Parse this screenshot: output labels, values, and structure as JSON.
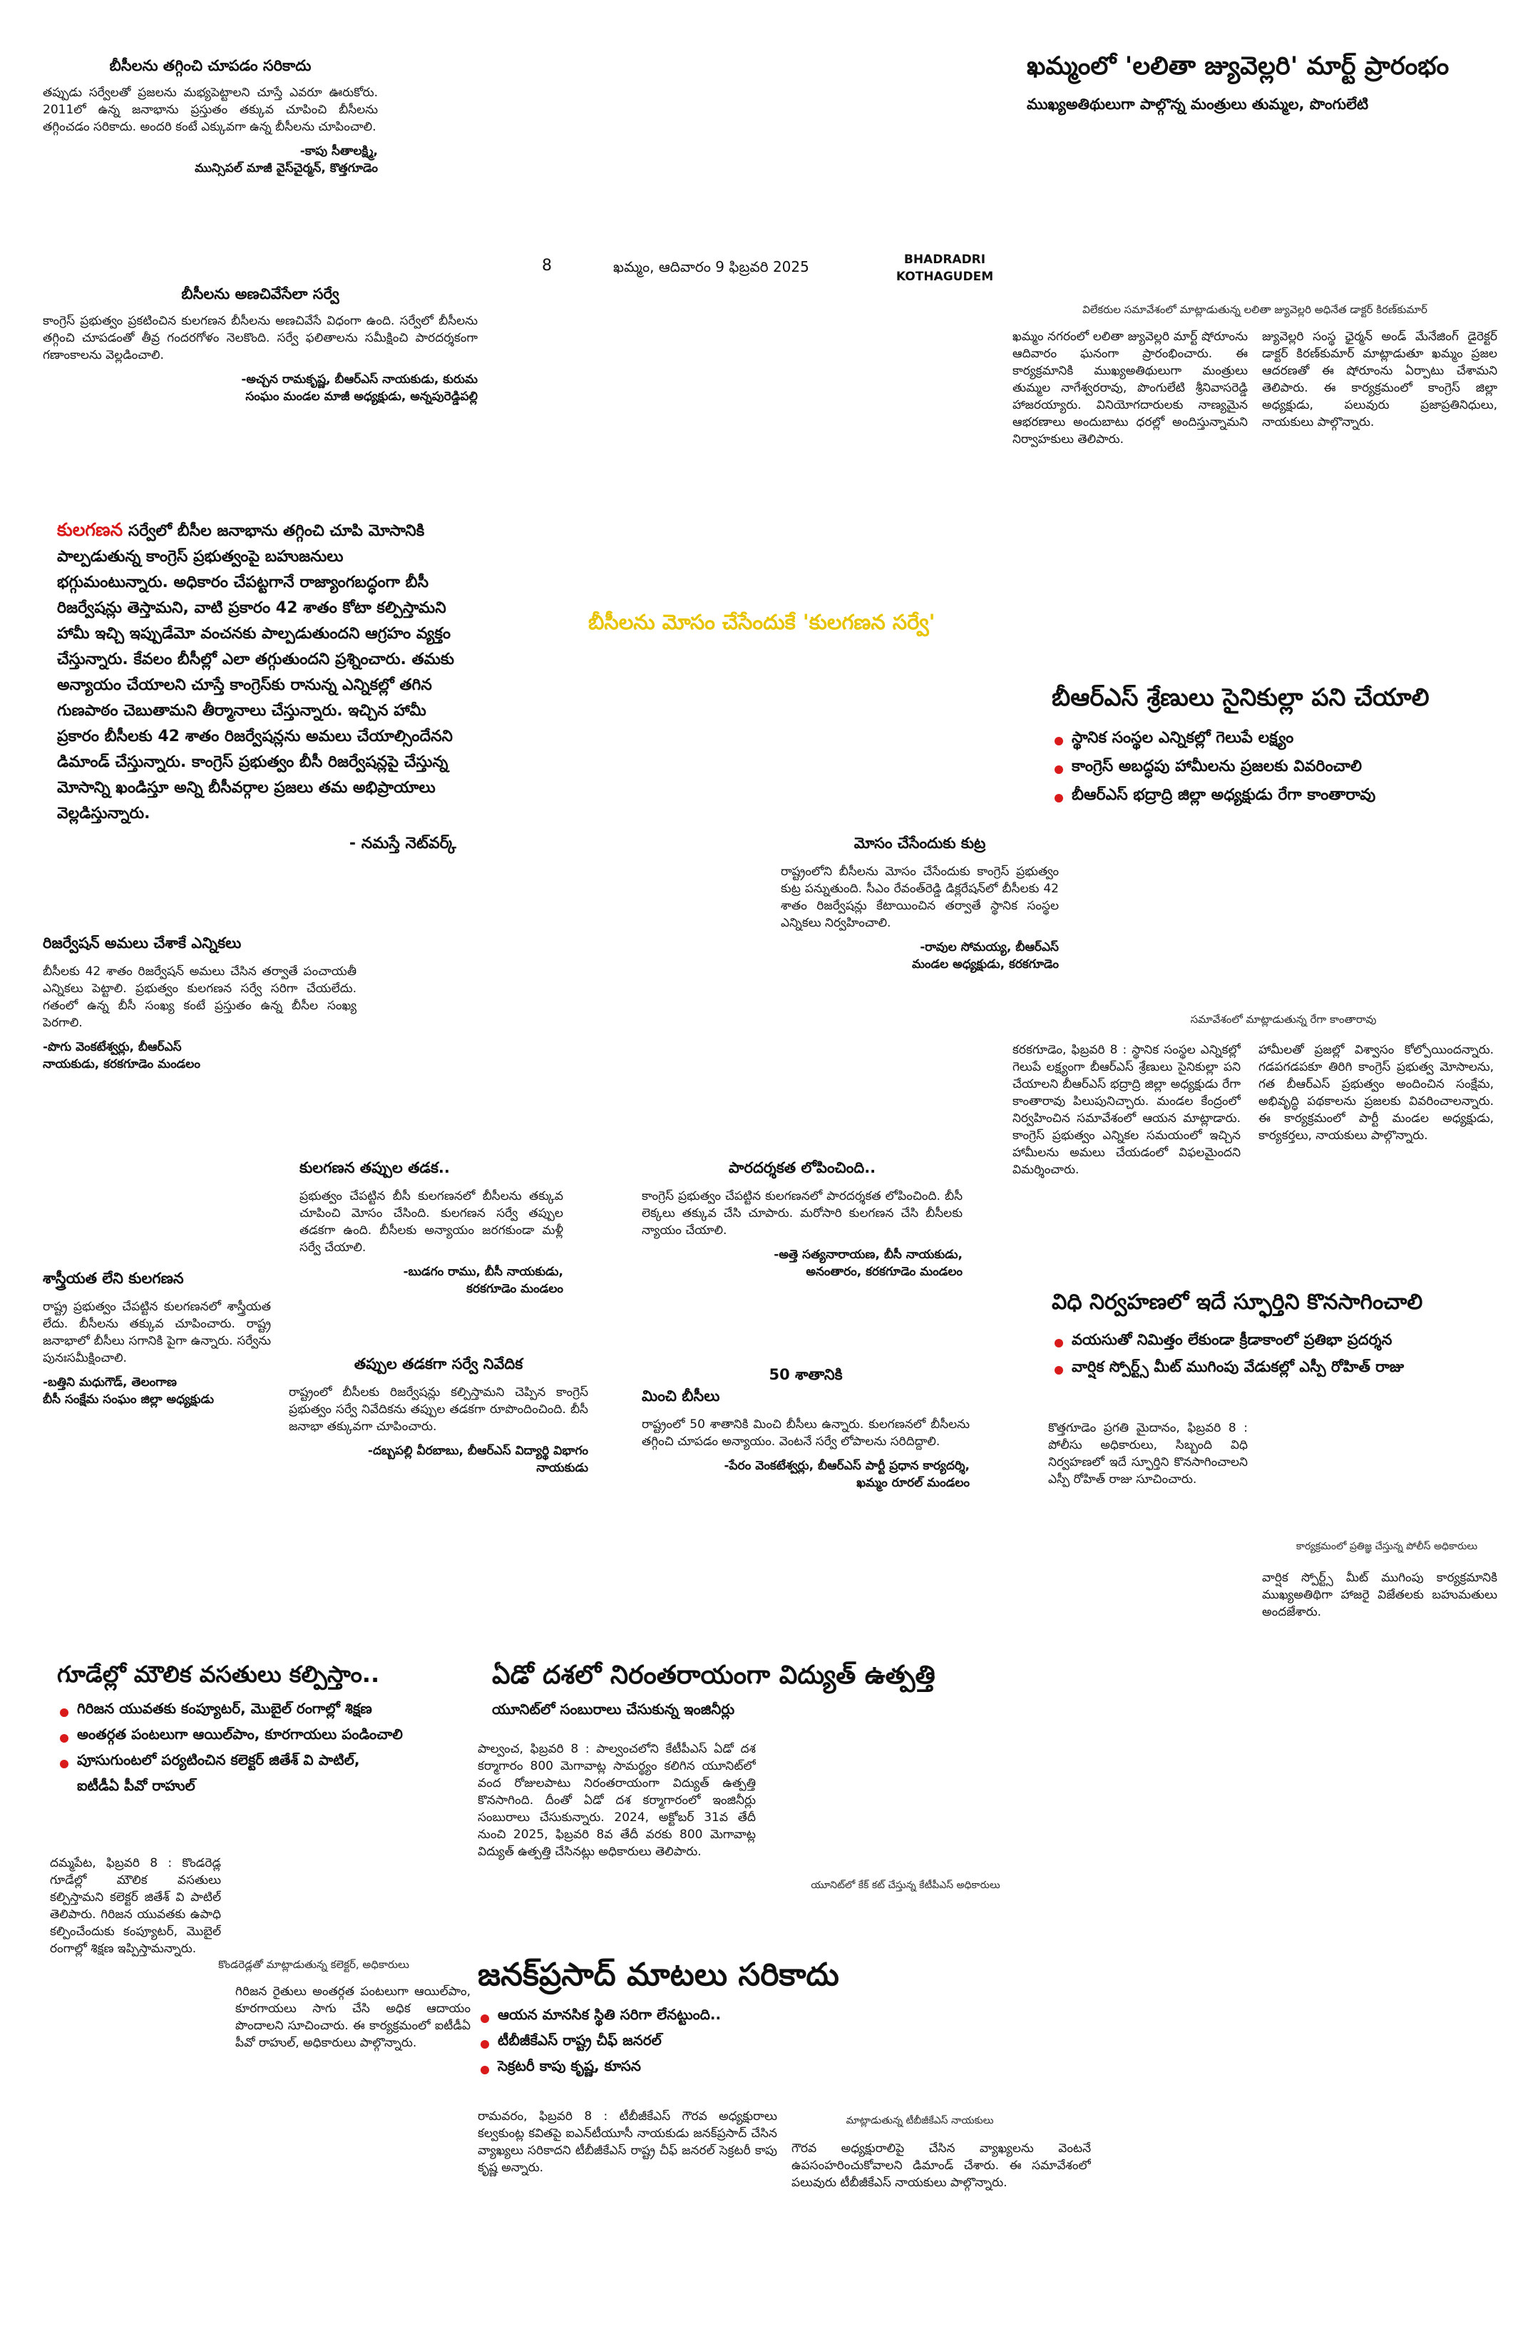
{
  "masthead": {
    "page_no": "8",
    "dateline": "ఖమ్మం, ఆదివారం 9 ఫిబ్రవరి 2025",
    "edition_line1": "BHADRADRI",
    "edition_line2": "KOTHAGUDEM"
  },
  "lalitha": {
    "headline": "ఖమ్మంలో 'లలితా జ్యువెల్లరి' మార్ట్ ప్రారంభం",
    "subhead": "ముఖ్యఅతిథులుగా పాల్గొన్న మంత్రులు తుమ్మల, పొంగులేటి",
    "caption": "విలేకరుల సమావేశంలో మాట్లాడుతున్న లలితా జ్యువెల్లరి అధినేత డాక్టర్ కిరణ్‌కుమార్",
    "col1": "ఖమ్మం నగరంలో లలితా జ్యువెల్లరి మార్ట్ షోరూంను ఆదివారం ఘనంగా ప్రారంభించారు. ఈ కార్యక్రమానికి ముఖ్యఅతిథులుగా మంత్రులు తుమ్మల నాగేశ్వరరావు, పొంగులేటి శ్రీనివాసరెడ్డి హాజరయ్యారు. వినియోగదారులకు నాణ్యమైన ఆభరణాలు అందుబాటు ధరల్లో అందిస్తున్నామని నిర్వాహకులు తెలిపారు.",
    "col2": "జ్యువెల్లరి సంస్థ ఛైర్మన్ అండ్ మేనేజింగ్ డైరెక్టర్ డాక్టర్ కిరణ్‌కుమార్ మాట్లాడుతూ ఖమ్మం ప్రజల ఆదరణతో ఈ షోరూంను ఏర్పాటు చేశామని తెలిపారు. ఈ కార్యక్రమంలో కాంగ్రెస్ జిల్లా అధ్యక్షుడు, పలువురు ప్రజాప్రతినిధులు, నాయకులు పాల్గొన్నారు."
  },
  "letters": {
    "l1_title": "బీసీలను తగ్గించి చూపడం సరికాదు",
    "l1_body": "తప్పుడు సర్వేలతో ప్రజలను మభ్యపెట్టాలని చూస్తే ఎవరూ ఊరుకోరు. 2011లో ఉన్న జనాభాను ప్రస్తుతం తక్కువ చూపించి బీసీలను తగ్గించడం సరికాదు. అందరి కంటే ఎక్కువగా ఉన్న బీసీలను చూపించాలి.",
    "l1_sig": "-కాపు సీతాలక్ష్మి,\nమున్సిపల్ మాజీ వైస్‌చైర్మన్, కొత్తగూడెం",
    "l2_title": "బీసీలను అణచివేసేలా సర్వే",
    "l2_body": "కాంగ్రెస్ ప్రభుత్వం ప్రకటించిన కులగణన బీసీలను అణచివేసే విధంగా ఉంది. సర్వేలో బీసీలను తగ్గించి చూపడంతో తీవ్ర గందరగోళం నెలకొంది. సర్వే ఫలితాలను సమీక్షించి పారదర్శకంగా గణాంకాలను వెల్లడించాలి.",
    "l2_sig": "-అచ్చన రామకృష్ణ, బీఆర్ఎస్ నాయకుడు, కురుమ\nసంఘం మండల మాజీ అధ్యక్షుడు, అన్నపురెడ్డిపల్లి"
  },
  "kulaganana": {
    "lead_word": "కులగణన",
    "body": " సర్వేలో బీసీల జనాభాను తగ్గించి చూపి మోసానికి పాల్పడుతున్న కాంగ్రెస్ ప్రభుత్వంపై బహుజనులు భగ్గుమంటున్నారు. అధికారం చేపట్టగానే రాజ్యాంగబద్ధంగా బీసీ రిజర్వేషన్లు తెస్తామని, వాటి ప్రకారం 42 శాతం కోటా కల్పిస్తామని హామీ ఇచ్చి ఇప్పుడేమో వంచనకు పాల్పడుతుందని ఆగ్రహం వ్యక్తం చేస్తున్నారు. కేవలం బీసీల్లో ఎలా తగ్గుతుందని ప్రశ్నించారు. తమకు అన్యాయం చేయాలని చూస్తే కాంగ్రెస్‌కు రానున్న ఎన్నికల్లో తగిన గుణపాఠం చెబుతామని తీర్మానాలు చేస్తున్నారు. ఇచ్చిన హామీ ప్రకారం బీసీలకు 42 శాతం రిజర్వేషన్లను అమలు చేయాల్సిందేనని డిమాండ్ చేస్తున్నారు. కాంగ్రెస్ ప్రభుత్వం బీసీ రిజర్వేషన్లపై చేస్తున్న మోసాన్ని ఖండిస్తూ అన్ని బీసీవర్గాల ప్రజలు తమ అభిప్రాయాలు వెల్లడిస్తున్నారు.",
    "sig": "- నమస్తే నెట్‌వర్క్",
    "banner": "బీసీలను మోసం చేసేందుకే 'కులగణన సర్వే'"
  },
  "brs": {
    "headline": "బీఆర్ఎస్ శ్రేణులు సైనికుల్లా పని చేయాలి",
    "bullets": [
      "స్థానిక సంస్థల ఎన్నికల్లో గెలుపే లక్ష్యం",
      "కాంగ్రెస్ అబద్ధపు హామీలను ప్రజలకు వివరించాలి",
      "బీఆర్ఎస్ భద్రాద్రి జిల్లా అధ్యక్షుడు రేగా కాంతారావు"
    ],
    "caption": "సమావేశంలో మాట్లాడుతున్న రేగా కాంతారావు",
    "col1": "కరకగూడెం, ఫిబ్రవరి 8 : స్థానిక సంస్థల ఎన్నికల్లో గెలుపే లక్ష్యంగా బీఆర్ఎస్ శ్రేణులు సైనికుల్లా పని చేయాలని బీఆర్ఎస్ భద్రాద్రి జిల్లా అధ్యక్షుడు రేగా కాంతారావు పిలుపునిచ్చారు. మండల కేంద్రంలో నిర్వహించిన సమావేశంలో ఆయన మాట్లాడారు. కాంగ్రెస్ ప్రభుత్వం ఎన్నికల సమయంలో ఇచ్చిన హామీలను అమలు చేయడంలో విఫలమైందని విమర్శించారు.",
    "col2": "హామీలతో ప్రజల్లో విశ్వాసం కోల్పోయిందన్నారు. గడపగడపకూ తిరిగి కాంగ్రెస్ ప్రభుత్వ మోసాలను, గత బీఆర్ఎస్ ప్రభుత్వం అందించిన సంక్షేమ, అభివృద్ధి పథకాలను ప్రజలకు వివరించాలన్నారు. ఈ కార్యక్రమంలో పార్టీ మండల అధ్యక్షుడు, కార్యకర్తలు, నాయకులు పాల్గొన్నారు."
  },
  "mosam": {
    "title": "మోసం చేసేందుకు కుట్ర",
    "body": "రాష్ట్రంలోని బీసీలను మోసం చేసేందుకు కాంగ్రెస్ ప్రభుత్వం కుట్ర పన్నుతుంది. సీఎం రేవంత్‌రెడ్డి డిక్లరేషన్‌లో బీసీలకు 42 శాతం రిజర్వేషన్లు కేటాయించిన తర్వాతే స్థానిక సంస్థల ఎన్నికలు నిర్వహించాలి.",
    "sig": "-రావుల సోమయ్య, బీఆర్ఎస్\nమండల అధ్యక్షుడు, కరకగూడెం"
  },
  "reservation": {
    "title": "రిజర్వేషన్ అమలు చేశాకే ఎన్నికలు",
    "body": "బీసీలకు 42 శాతం రిజర్వేషన్ అమలు చేసిన తర్వాతే పంచాయతీ ఎన్నికలు పెట్టాలి. ప్రభుత్వం కులగణన సర్వే సరిగా చేయలేదు. గతంలో ఉన్న బీసీ సంఖ్య కంటే ప్రస్తుతం ఉన్న బీసీల సంఖ్య పెరగాలి.",
    "sig": "-పొగు వెంకటేశ్వర్లు, బీఆర్ఎస్\nనాయకుడు, కరకగూడెం మండలం"
  },
  "tappula": {
    "title": "కులగణన తప్పుల తడక..",
    "body": "ప్రభుత్వం చేపట్టిన బీసీ కులగణనలో బీసీలను తక్కువ చూపించి మోసం చేసింది. కులగణన సర్వే తప్పుల తడకగా ఉంది. బీసీలకు అన్యాయం జరగకుండా మళ్లీ సర్వే చేయాలి.",
    "sig": "-బుడగం రాము, బీసీ నాయకుడు,\nకరకగూడెం మండలం"
  },
  "pardarsakata": {
    "title": "పారదర్శకత లోపించింది..",
    "body": "కాంగ్రెస్ ప్రభుత్వం చేపట్టిన కులగణనలో పారదర్శకత లోపించింది. బీసీ లెక్కలు తక్కువ చేసి చూపారు. మరోసారి కులగణన చేసి బీసీలకు న్యాయం చేయాలి.",
    "sig": "-అత్తె సత్యనారాయణ, బీసీ నాయకుడు,\nఅనంతారం, కరకగూడెం మండలం"
  },
  "sastriyata": {
    "title": "శాస్త్రీయత లేని కులగణన",
    "body": "రాష్ట్ర ప్రభుత్వం చేపట్టిన కులగణనలో శాస్త్రీయత లేదు. బీసీలను తక్కువ చూపించారు. రాష్ట్ర జనాభాలో బీసీలు సగానికి పైగా ఉన్నారు. సర్వేను పునఃసమీక్షించాలి.",
    "sig": "-బత్తిని మధుగౌడ్, తెలంగాణ\nబీసీ సంక్షేమ సంఘం జిల్లా అధ్యక్షుడు"
  },
  "nivedika": {
    "title": "తప్పుల తడకగా సర్వే నివేదిక",
    "body": "రాష్ట్రంలో బీసీలకు రిజర్వేషన్లు కల్పిస్తామని చెప్పిన కాంగ్రెస్ ప్రభుత్వం సర్వే నివేదికను తప్పుల తడకగా రూపొందించింది. బీసీ జనాభా తక్కువగా చూపించారు.",
    "sig": "-దబ్బపల్లి వీరబాబు, బీఆర్ఎస్ విద్యార్థి విభాగం\nనాయకుడు"
  },
  "fifty": {
    "title_l1": "50 శాతానికి",
    "title_l2": "మించి బీసీలు",
    "body": "రాష్ట్రంలో 50 శాతానికి మించి బీసీలు ఉన్నారు. కులగణనలో బీసీలను తగ్గించి చూపడం అన్యాయం. వెంటనే సర్వే లోపాలను సరిదిద్దాలి.",
    "sig": "-పేరం వెంకటేశ్వర్లు, బీఆర్ఎస్ పార్టీ ప్రధాన కార్యదర్శి,\nఖమ్మం రూరల్ మండలం"
  },
  "vidhi": {
    "headline": "విధి నిర్వహణలో ఇదే స్ఫూర్తిని కొనసాగించాలి",
    "bullets": [
      "వయసుతో నిమిత్తం లేకుండా క్రీడాకాంలో ప్రతిభా ప్రదర్శన",
      "వార్షిక స్పోర్ట్స్ మీట్ ముగింపు వేడుకల్లో ఎస్పీ రోహిత్ రాజు"
    ],
    "caption": "కార్యక్రమంలో ప్రతిజ్ఞ చేస్తున్న పోలీస్ అధికారులు",
    "col1": "కొత్తగూడెం ప్రగతి మైదానం, ఫిబ్రవరి 8 : పోలీసు అధికారులు, సిబ్బంది విధి నిర్వహణలో ఇదే స్ఫూర్తిని కొనసాగించాలని ఎస్పీ రోహిత్ రాజు సూచించారు.",
    "col2": "వార్షిక స్పోర్ట్స్ మీట్ ముగింపు కార్యక్రమానికి ముఖ్యఅతిథిగా హాజరై విజేతలకు బహుమతులు అందజేశారు."
  },
  "gudem": {
    "headline": "గూడేల్లో మౌలిక వసతులు కల్పిస్తాం..",
    "bullets": [
      "గిరిజన యువతకు కంప్యూటర్, మొబైల్ రంగాల్లో శిక్షణ",
      "అంతర్గత పంటలుగా ఆయిల్‌పాం, కూరగాయలు పండించాలి",
      "పూసుగుంటలో పర్యటించిన కలెక్టర్ జితేశ్ వి పాటిల్,",
      "ఐటీడీఏ పీవో రాహుల్"
    ],
    "caption": "కొండరెడ్లతో మాట్లాడుతున్న కలెక్టర్, అధికారులు",
    "col1": "దమ్మపేట, ఫిబ్రవరి 8 : కొండరెడ్ల గూడేల్లో మౌలిక వసతులు కల్పిస్తామని కలెక్టర్ జితేశ్ వి పాటిల్ తెలిపారు. గిరిజన యువతకు ఉపాధి కల్పించేందుకు కంప్యూటర్, మొబైల్ రంగాల్లో శిక్షణ ఇప్పిస్తామన్నారు.",
    "col2": "గిరిజన రైతులు అంతర్గత పంటలుగా ఆయిల్‌పాం, కూరగాయలు సాగు చేసి అధిక ఆదాయం పొందాలని సూచించారు. ఈ కార్యక్రమంలో ఐటీడీఏ పీవో రాహుల్, అధికారులు పాల్గొన్నారు."
  },
  "vidyut": {
    "headline": "ఏడో దశలో నిరంతరాయంగా విద్యుత్ ఉత్పత్తి",
    "subhead": "యూనిట్‌లో సంబురాలు చేసుకున్న ఇంజినీర్లు",
    "body": "పాల్వంచ, ఫిబ్రవరి 8 : పాల్వంచలోని కేటీపీఎస్ ఏడో దశ కర్మాగారం 800 మెగావాట్ల సామర్థ్యం కలిగిన యూనిట్‌లో వంద రోజులపాటు నిరంతరాయంగా విద్యుత్ ఉత్పత్తి కొనసాగింది. దీంతో ఏడో దశ కర్మాగారంలో ఇంజినీర్లు సంబురాలు చేసుకున్నారు. 2024, అక్టోబర్ 31వ తేదీ నుంచి 2025, ఫిబ్రవరి 8వ తేదీ వరకు 800 మెగావాట్ల విద్యుత్ ఉత్పత్తి చేసినట్లు అధికారులు తెలిపారు.",
    "caption": "యూనిట్‌లో కేక్ కట్ చేస్తున్న కేటీపీఎస్ అధికారులు"
  },
  "janak": {
    "headline": "జనక్‌ప్రసాద్ మాటలు సరికాదు",
    "bullets": [
      "ఆయన మానసిక స్థితి సరిగా లేనట్టుంది..",
      "టీబీజీకేఎస్ రాష్ట్ర చీఫ్ జనరల్",
      "సెక్రటరీ కాపు కృష్ణ, కూసన"
    ],
    "caption": "మాట్లాడుతున్న టీబీజీకేఎస్ నాయకులు",
    "col1": "రామవరం, ఫిబ్రవరి 8 : టీబీజీకేఎస్ గౌరవ అధ్యక్షురాలు కల్వకుంట్ల కవితపై ఐఎన్‌టీయూసీ నాయకుడు జనక్‌ప్రసాద్ చేసిన వ్యాఖ్యలు సరికాదని టీబీజీకేఎస్ రాష్ట్ర చీఫ్ జనరల్ సెక్రటరీ కాపు కృష్ణ అన్నారు.",
    "col2": "గౌరవ అధ్యక్షురాలిపై చేసిన వ్యాఖ్యలను వెంటనే ఉపసంహరించుకోవాలని డిమాండ్ చేశారు. ఈ సమావేశంలో పలువురు టీబీజీకేఎస్ నాయకులు పాల్గొన్నారు."
  }
}
